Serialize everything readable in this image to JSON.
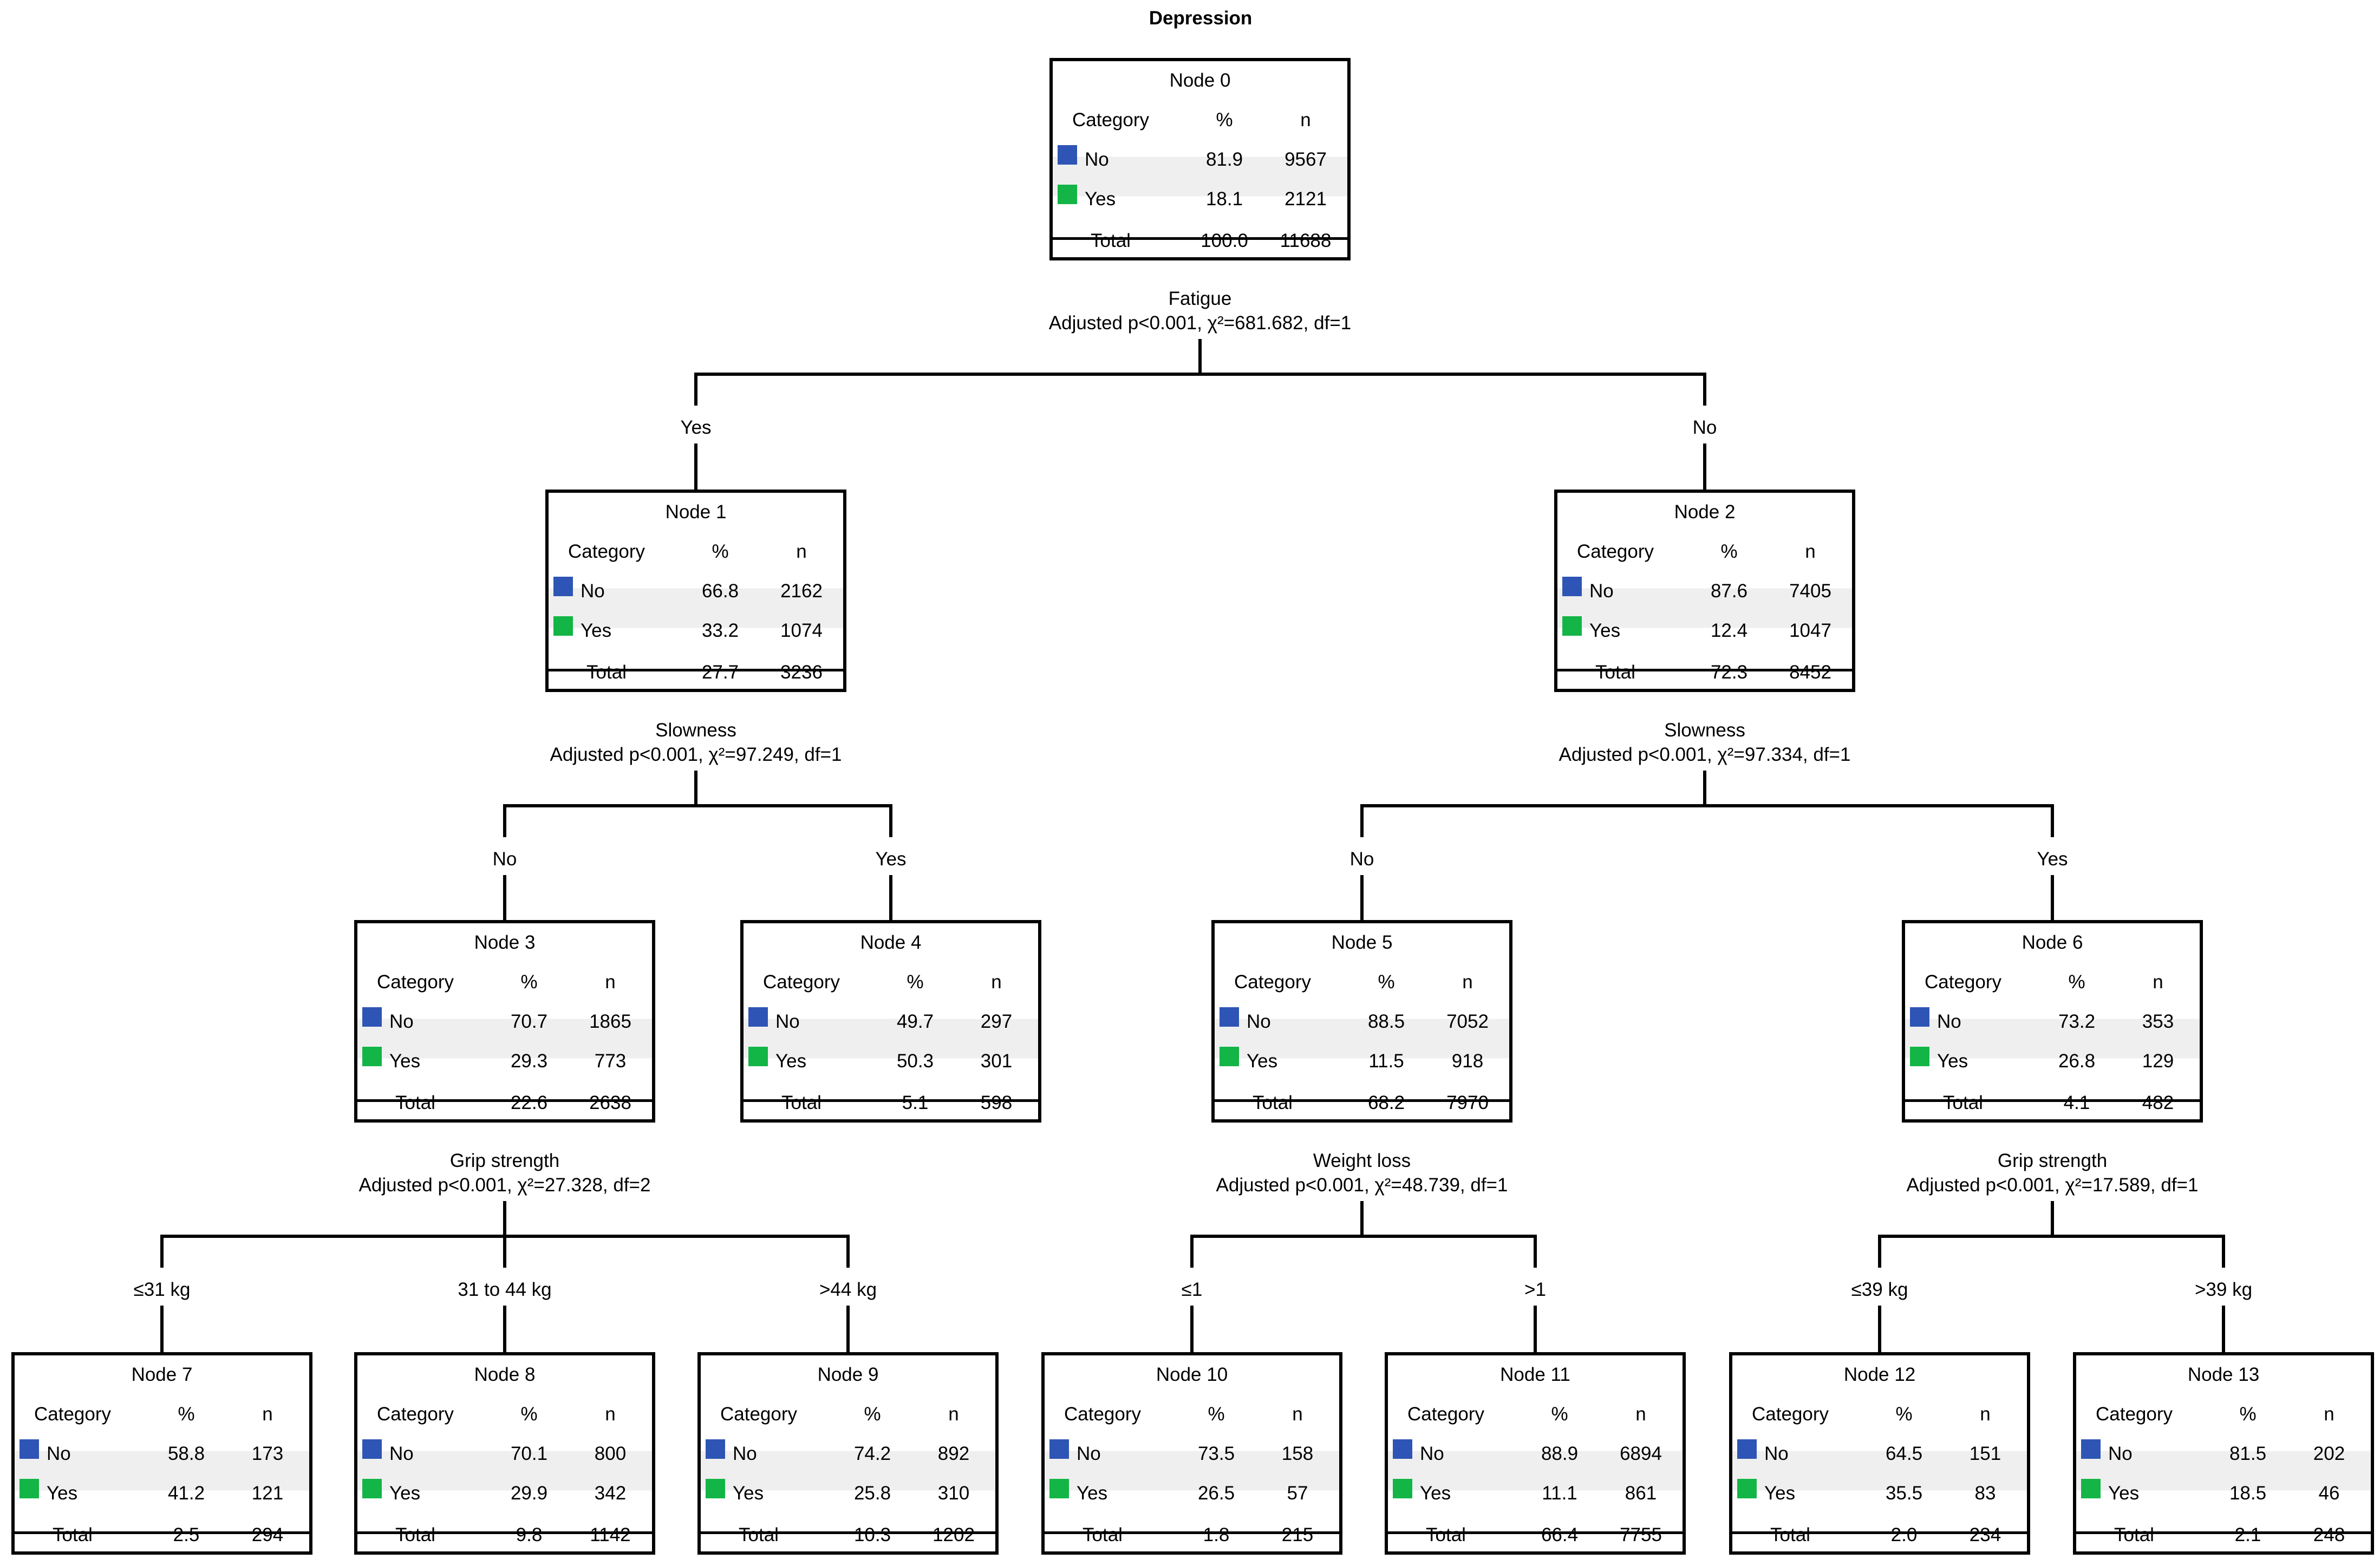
{
  "title": "Depression",
  "column_headers": {
    "category": "Category",
    "percent": "%",
    "n": "n"
  },
  "colors": {
    "no_swatch": "#2E55B5",
    "yes_swatch": "#13B546",
    "highlight_row": "#EFEFEF",
    "line": "#000000"
  },
  "nodes": [
    {
      "id": "node-0",
      "title": "Node 0",
      "no_pct": "81.9",
      "no_n": "9567",
      "yes_pct": "18.1",
      "yes_n": "2121",
      "total_label": "Total",
      "total_pct": "100.0",
      "total_n": "11688"
    },
    {
      "id": "node-1",
      "title": "Node 1",
      "no_pct": "66.8",
      "no_n": "2162",
      "yes_pct": "33.2",
      "yes_n": "1074",
      "total_label": "Total",
      "total_pct": "27.7",
      "total_n": "3236"
    },
    {
      "id": "node-2",
      "title": "Node 2",
      "no_pct": "87.6",
      "no_n": "7405",
      "yes_pct": "12.4",
      "yes_n": "1047",
      "total_label": "Total",
      "total_pct": "72.3",
      "total_n": "8452"
    },
    {
      "id": "node-3",
      "title": "Node 3",
      "no_pct": "70.7",
      "no_n": "1865",
      "yes_pct": "29.3",
      "yes_n": "773",
      "total_label": "Total",
      "total_pct": "22.6",
      "total_n": "2638"
    },
    {
      "id": "node-4",
      "title": "Node 4",
      "no_pct": "49.7",
      "no_n": "297",
      "yes_pct": "50.3",
      "yes_n": "301",
      "total_label": "Total",
      "total_pct": "5.1",
      "total_n": "598"
    },
    {
      "id": "node-5",
      "title": "Node 5",
      "no_pct": "88.5",
      "no_n": "7052",
      "yes_pct": "11.5",
      "yes_n": "918",
      "total_label": "Total",
      "total_pct": "68.2",
      "total_n": "7970"
    },
    {
      "id": "node-6",
      "title": "Node 6",
      "no_pct": "73.2",
      "no_n": "353",
      "yes_pct": "26.8",
      "yes_n": "129",
      "total_label": "Total",
      "total_pct": "4.1",
      "total_n": "482"
    },
    {
      "id": "node-7",
      "title": "Node 7",
      "no_pct": "58.8",
      "no_n": "173",
      "yes_pct": "41.2",
      "yes_n": "121",
      "total_label": "Total",
      "total_pct": "2.5",
      "total_n": "294"
    },
    {
      "id": "node-8",
      "title": "Node 8",
      "no_pct": "70.1",
      "no_n": "800",
      "yes_pct": "29.9",
      "yes_n": "342",
      "total_label": "Total",
      "total_pct": "9.8",
      "total_n": "1142"
    },
    {
      "id": "node-9",
      "title": "Node 9",
      "no_pct": "74.2",
      "no_n": "892",
      "yes_pct": "25.8",
      "yes_n": "310",
      "total_label": "Total",
      "total_pct": "10.3",
      "total_n": "1202"
    },
    {
      "id": "node-10",
      "title": "Node 10",
      "no_pct": "73.5",
      "no_n": "158",
      "yes_pct": "26.5",
      "yes_n": "57",
      "total_label": "Total",
      "total_pct": "1.8",
      "total_n": "215"
    },
    {
      "id": "node-11",
      "title": "Node 11",
      "no_pct": "88.9",
      "no_n": "6894",
      "yes_pct": "11.1",
      "yes_n": "861",
      "total_label": "Total",
      "total_pct": "66.4",
      "total_n": "7755"
    },
    {
      "id": "node-12",
      "title": "Node 12",
      "no_pct": "64.5",
      "no_n": "151",
      "yes_pct": "35.5",
      "yes_n": "83",
      "total_label": "Total",
      "total_pct": "2.0",
      "total_n": "234"
    },
    {
      "id": "node-13",
      "title": "Node 13",
      "no_pct": "81.5",
      "no_n": "202",
      "yes_pct": "18.5",
      "yes_n": "46",
      "total_label": "Total",
      "total_pct": "2.1",
      "total_n": "248"
    }
  ],
  "row_labels": {
    "no": "No",
    "yes": "Yes"
  },
  "splits": [
    {
      "parent": "node-0",
      "variable": "Fatigue",
      "stats": "Adjusted p<0.001, χ²=681.682, df=1",
      "branches": [
        {
          "label": "Yes",
          "child": "node-1"
        },
        {
          "label": "No",
          "child": "node-2"
        }
      ]
    },
    {
      "parent": "node-1",
      "variable": "Slowness",
      "stats": "Adjusted p<0.001, χ²=97.249, df=1",
      "branches": [
        {
          "label": "No",
          "child": "node-3"
        },
        {
          "label": "Yes",
          "child": "node-4"
        }
      ]
    },
    {
      "parent": "node-2",
      "variable": "Slowness",
      "stats": "Adjusted p<0.001, χ²=97.334, df=1",
      "branches": [
        {
          "label": "No",
          "child": "node-5"
        },
        {
          "label": "Yes",
          "child": "node-6"
        }
      ]
    },
    {
      "parent": "node-3",
      "variable": "Grip strength",
      "stats": "Adjusted p<0.001, χ²=27.328, df=2",
      "branches": [
        {
          "label": "≤31 kg",
          "child": "node-7"
        },
        {
          "label": "31 to 44 kg",
          "child": "node-8"
        },
        {
          "label": ">44 kg",
          "child": "node-9"
        }
      ]
    },
    {
      "parent": "node-5",
      "variable": "Weight loss",
      "stats": "Adjusted p<0.001, χ²=48.739, df=1",
      "branches": [
        {
          "label": "≤1",
          "child": "node-10"
        },
        {
          "label": ">1",
          "child": "node-11"
        }
      ]
    },
    {
      "parent": "node-6",
      "variable": "Grip strength",
      "stats": "Adjusted p<0.001, χ²=17.589, df=1",
      "branches": [
        {
          "label": "≤39 kg",
          "child": "node-12"
        },
        {
          "label": ">39 kg",
          "child": "node-13"
        }
      ]
    }
  ]
}
